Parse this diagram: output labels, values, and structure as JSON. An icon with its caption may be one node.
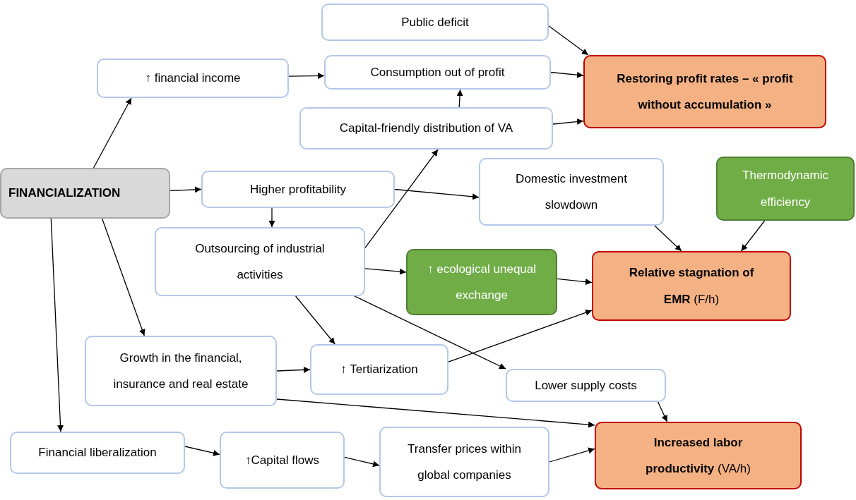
{
  "diagram": {
    "nodes": [
      {
        "text": [
          "Public deficit"
        ]
      },
      {
        "text": [
          "↑ financial income"
        ]
      },
      {
        "text": [
          "Consumption out of profit"
        ]
      },
      {
        "text": [
          "Restoring profit rates – « profit without accumulation »"
        ]
      },
      {
        "text": [
          "Capital-friendly distribution of VA"
        ]
      },
      {
        "text": [
          "FINANCIALIZATION"
        ]
      },
      {
        "text": [
          "Higher profitability"
        ]
      },
      {
        "text": [
          "Domestic investment slowdown"
        ]
      },
      {
        "text": [
          "Thermodynamic efficiency"
        ]
      },
      {
        "text": [
          "Outsourcing of industrial activities"
        ]
      },
      {
        "text": [
          "↑ ecological unequal exchange"
        ]
      },
      {
        "text": [
          "**Relative stagnation of EMR** (F/h)"
        ]
      },
      {
        "text": [
          "Growth in the financial, insurance and real estate"
        ]
      },
      {
        "text": [
          "↑ Tertiarization"
        ]
      },
      {
        "text": [
          "Lower supply costs"
        ]
      },
      {
        "text": [
          "Financial liberalization"
        ]
      },
      {
        "text": [
          "↑Capital flows"
        ]
      },
      {
        "text": [
          "Transfer prices within global companies"
        ]
      },
      {
        "text": [
          "**Increased labor productivity** (VA/h)"
        ]
      }
    ],
    "edges": [
      {
        "from": 0,
        "to": 3,
        "arrow": "to"
      },
      {
        "from": 2,
        "to": 3,
        "arrow": "to"
      },
      {
        "from": 4,
        "to": 3,
        "arrow": "to"
      },
      {
        "from": 1,
        "to": 2,
        "arrow": "to"
      },
      {
        "from": 4,
        "to": 2,
        "arrow": "to"
      },
      {
        "from": 5,
        "to": 1,
        "arrow": "to"
      },
      {
        "from": 5,
        "to": 6,
        "arrow": "to"
      },
      {
        "from": 6,
        "to": 7,
        "arrow": "to"
      },
      {
        "from": 6,
        "to": 9,
        "arrow": "to"
      },
      {
        "from": 9,
        "to": 4,
        "arrow": "to"
      },
      {
        "from": 9,
        "to": 10,
        "arrow": "to"
      },
      {
        "from": 10,
        "to": 11,
        "arrow": "to"
      },
      {
        "from": 7,
        "to": 11,
        "arrow": "to"
      },
      {
        "from": 8,
        "to": 11,
        "arrow": "to"
      },
      {
        "from": 5,
        "to": 12,
        "arrow": "to"
      },
      {
        "from": 5,
        "to": 15,
        "arrow": "to"
      },
      {
        "from": 9,
        "to": 13,
        "arrow": "to"
      },
      {
        "from": 9,
        "to": 14,
        "arrow": "to"
      },
      {
        "from": 12,
        "to": 13,
        "arrow": "to"
      },
      {
        "from": 13,
        "to": 11,
        "arrow": "to"
      },
      {
        "from": 12,
        "to": 18,
        "arrow": "to"
      },
      {
        "from": 14,
        "to": 18,
        "arrow": "to"
      },
      {
        "from": 15,
        "to": 16,
        "arrow": "to"
      },
      {
        "from": 16,
        "to": 17,
        "arrow": "to"
      },
      {
        "from": 17,
        "to": 18,
        "arrow": "to"
      }
    ]
  }
}
